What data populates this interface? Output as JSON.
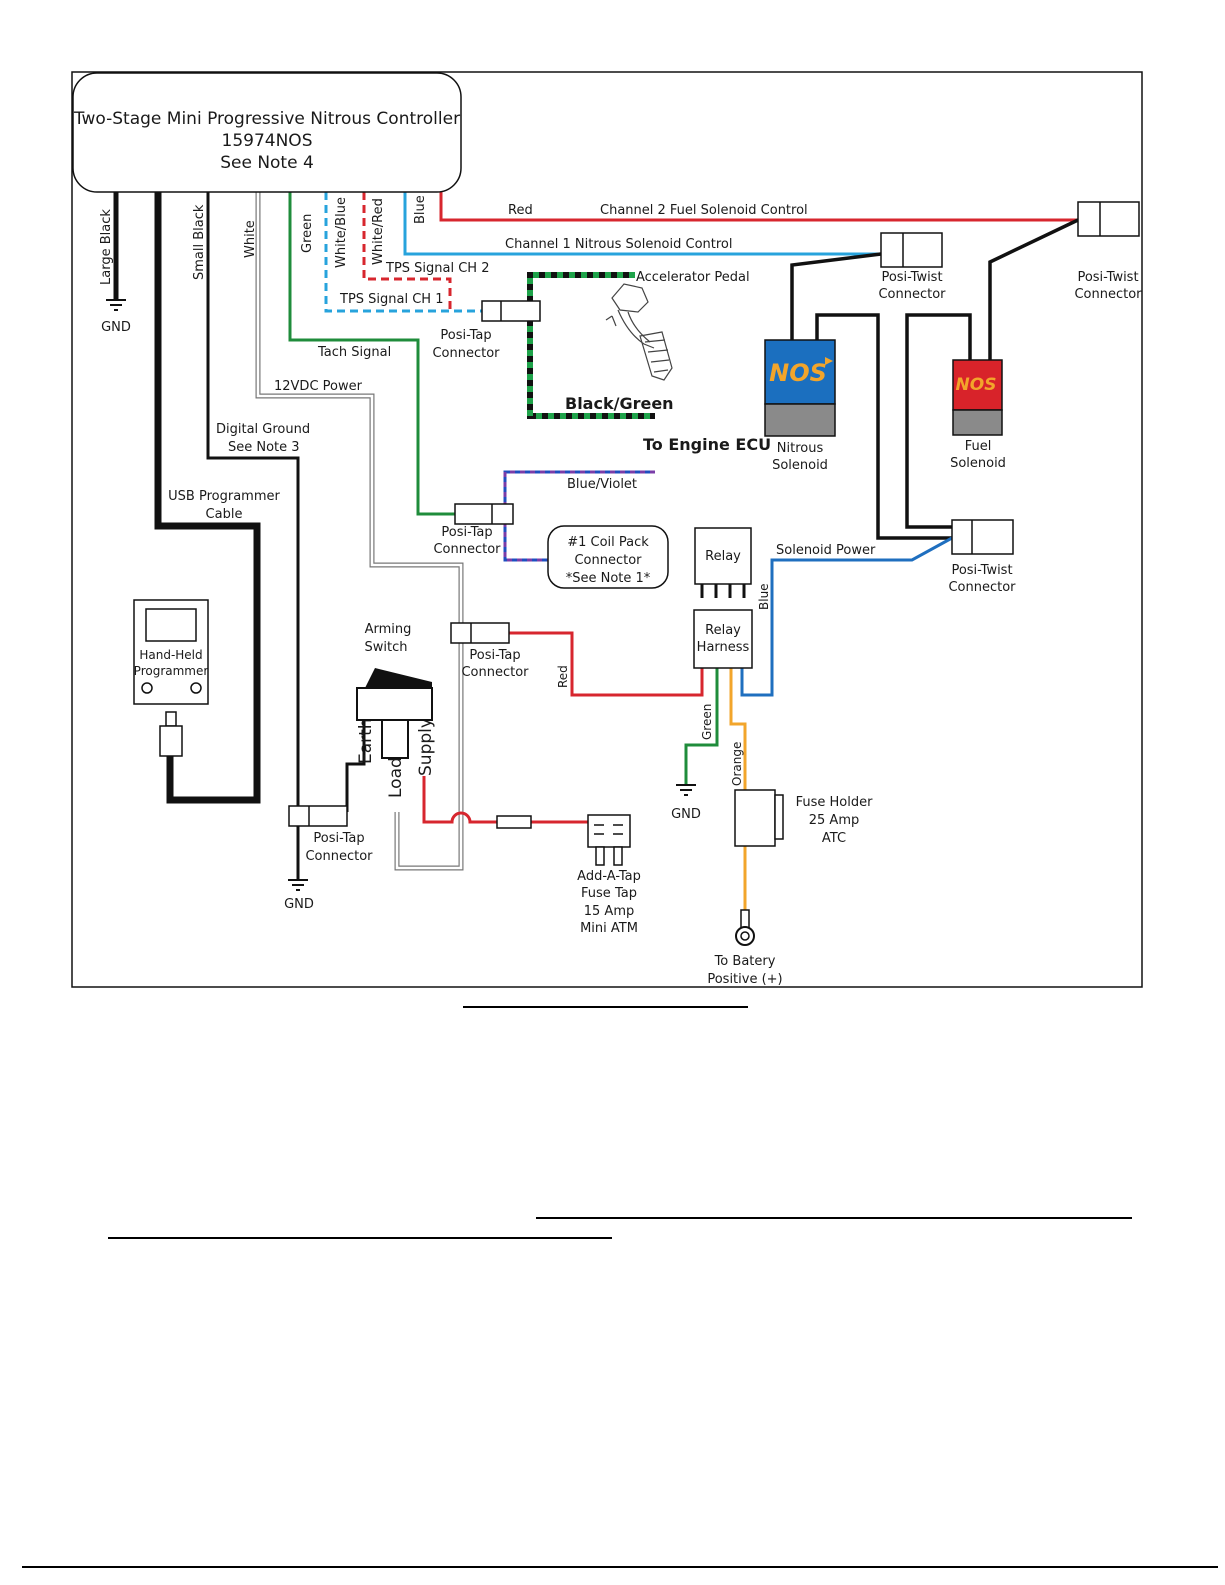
{
  "controller": {
    "name": "Two-Stage Mini Progressive Nitrous Controller",
    "part": "15974NOS",
    "note": "See Note 4"
  },
  "wires": {
    "large_black": "Large Black",
    "small_black": "Small Black",
    "white": "White",
    "green": "Green",
    "white_blue": "White/Blue",
    "white_red": "White/Red",
    "blue": "Blue",
    "red": "Red",
    "ch2_fuel": "Channel 2 Fuel Solenoid Control",
    "ch1_nitrous": "Channel 1 Nitrous Solenoid Control",
    "tps_ch2": "TPS Signal CH 2",
    "tps_ch1": "TPS Signal CH 1",
    "tach": "Tach Signal",
    "power_12v": "12VDC Power",
    "digital_ground": "Digital Ground",
    "see_note_3": "See Note 3",
    "usb_cable_1": "USB Programmer",
    "usb_cable_2": "Cable",
    "black_green": "Black/Green",
    "blue_violet": "Blue/Violet",
    "solenoid_power": "Solenoid Power",
    "relay_blue": "Blue",
    "relay_red": "Red",
    "relay_green": "Green",
    "relay_orange": "Orange",
    "earth": "Earth",
    "load": "Load",
    "supply": "Supply"
  },
  "components": {
    "gnd": "GND",
    "posi_tap_1": "Posi-Tap",
    "posi_tap_2": "Connector",
    "posi_twist_1": "Posi-Twist",
    "posi_twist_2": "Connector",
    "accelerator": "Accelerator Pedal",
    "engine_ecu": "To Engine ECU",
    "coil_pack_1": "#1 Coil Pack",
    "coil_pack_2": "Connector",
    "coil_pack_3": "*See Note 1*",
    "relay": "Relay",
    "relay_harness_1": "Relay",
    "relay_harness_2": "Harness",
    "nitrous_sol_1": "Nitrous",
    "nitrous_sol_2": "Solenoid",
    "fuel_sol_1": "Fuel",
    "fuel_sol_2": "Solenoid",
    "nos_logo": "NOS",
    "arming_1": "Arming",
    "arming_2": "Switch",
    "programmer_1": "Hand-Held",
    "programmer_2": "Programmer",
    "fuse_holder_1": "Fuse Holder",
    "fuse_holder_2": "25 Amp",
    "fuse_holder_3": "ATC",
    "fuse_tap_1": "Add-A-Tap",
    "fuse_tap_2": "Fuse Tap",
    "fuse_tap_3": "15 Amp",
    "fuse_tap_4": "Mini ATM",
    "battery_1": "To Batery",
    "battery_2": "Positive (+)"
  },
  "colors": {
    "red": "#d7262e",
    "blue": "#1f86c8",
    "light_blue": "#27a3dc",
    "green": "#1f8c3b",
    "violet": "#6a3d9a",
    "orange": "#f2a52b",
    "black": "#111111",
    "nos_blue": "#1b6fbf",
    "nos_red": "#d8232a",
    "nos_gray": "#8a8a8a"
  }
}
